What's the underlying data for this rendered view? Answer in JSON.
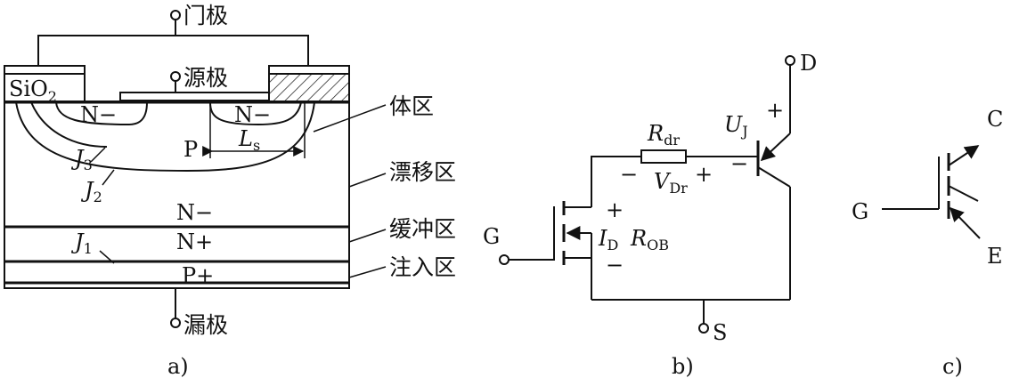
{
  "figure_a": {
    "gate_label": "门极",
    "source_label": "源极",
    "drain_label": "漏极",
    "oxide_label": "SiO",
    "oxide_sub": "2",
    "n_minus_left": "N−",
    "n_minus_right": "N−",
    "p_label": "P",
    "ls_main": "L",
    "ls_sub": "s",
    "j3_main": "J",
    "j3_sub": "3",
    "j2_main": "J",
    "j2_sub": "2",
    "j1_main": "J",
    "j1_sub": "1",
    "drift_layer": "N−",
    "buffer_layer": "N+",
    "injection_layer": "P+",
    "body_region": "体区",
    "drift_region": "漂移区",
    "buffer_region": "缓冲区",
    "injection_region": "注入区",
    "caption": "a)"
  },
  "figure_b": {
    "d_label": "D",
    "g_label": "G",
    "s_label": "S",
    "rdr_main": "R",
    "rdr_sub": "dr",
    "vdr_main": "V",
    "vdr_sub": "Dr",
    "vdr_minus": "−",
    "vdr_plus": "+",
    "uj_main": "U",
    "uj_sub": "J",
    "uj_plus": "+",
    "uj_minus": "−",
    "id_main": "I",
    "id_sub": "D",
    "rob_main": "R",
    "rob_sub": "OB",
    "mos_plus": "+",
    "mos_minus": "−",
    "caption": "b)"
  },
  "figure_c": {
    "c_label": "C",
    "g_label": "G",
    "e_label": "E",
    "caption": "c)"
  }
}
